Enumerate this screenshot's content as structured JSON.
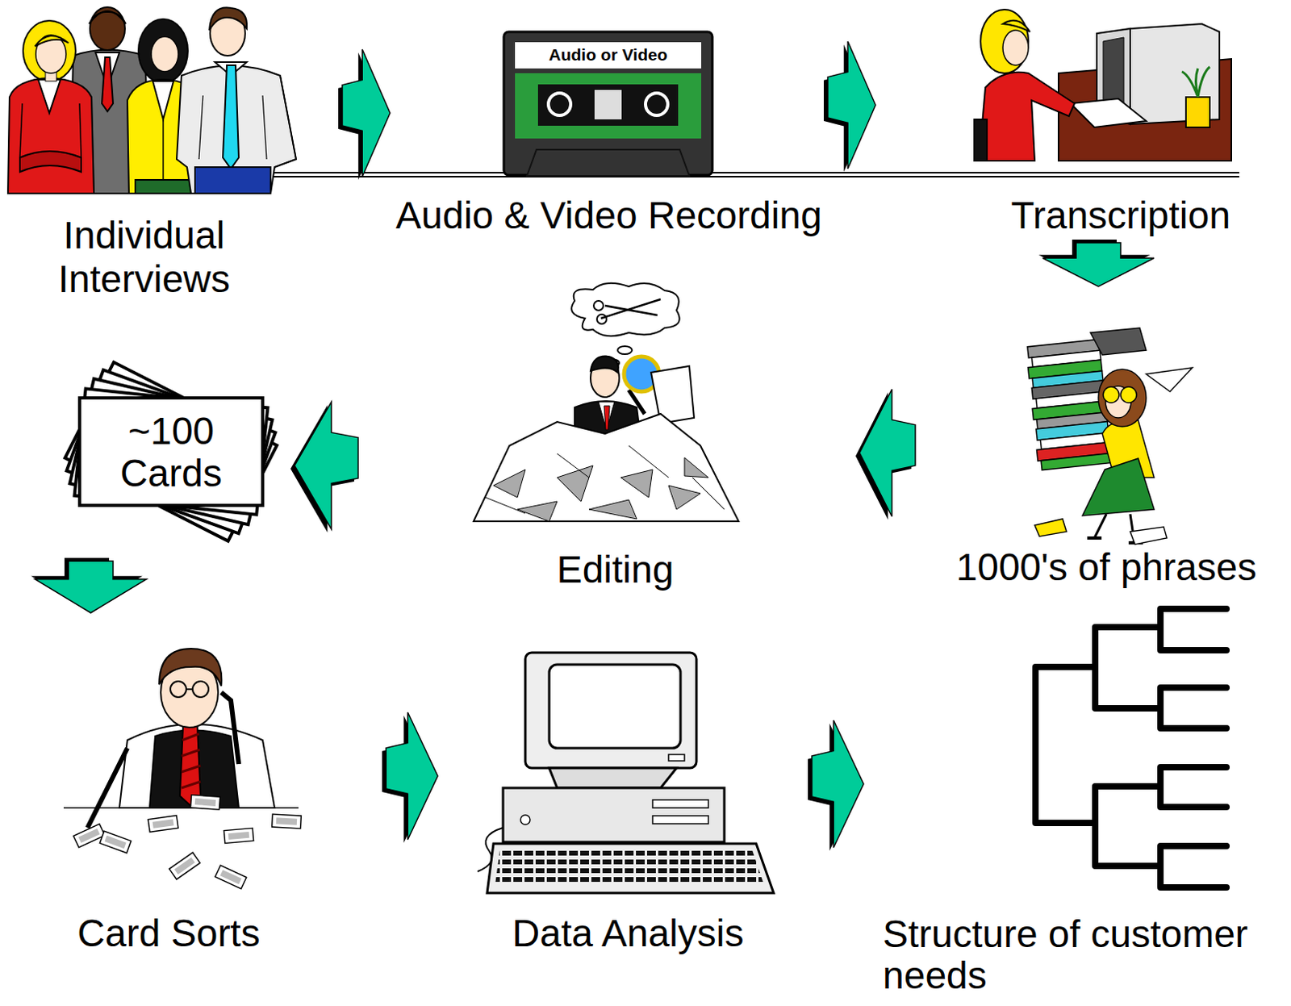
{
  "diagram": {
    "nodes": [
      {
        "text": [
          "Individual Interviews"
        ]
      },
      {
        "text": [
          "Audio or Video",
          "Audio & Video Recording"
        ]
      },
      {
        "text": [
          "Transcription"
        ]
      },
      {
        "text": [
          "1000's of phrases"
        ]
      },
      {
        "text": [
          "Editing"
        ]
      },
      {
        "text": [
          "~100 Cards"
        ]
      },
      {
        "text": [
          "Card Sorts"
        ]
      },
      {
        "text": [
          "Data Analysis"
        ]
      },
      {
        "text": [
          "Structure of customer needs"
        ]
      }
    ],
    "edges": [
      {
        "from": 0,
        "to": 1,
        "arrow": "to"
      },
      {
        "from": 1,
        "to": 2,
        "arrow": "to"
      },
      {
        "from": 2,
        "to": 3,
        "arrow": "to"
      },
      {
        "from": 3,
        "to": 4,
        "arrow": "to"
      },
      {
        "from": 4,
        "to": 5,
        "arrow": "to"
      },
      {
        "from": 5,
        "to": 6,
        "arrow": "to"
      },
      {
        "from": 6,
        "to": 7,
        "arrow": "to"
      },
      {
        "from": 7,
        "to": 8,
        "arrow": "to"
      }
    ]
  }
}
